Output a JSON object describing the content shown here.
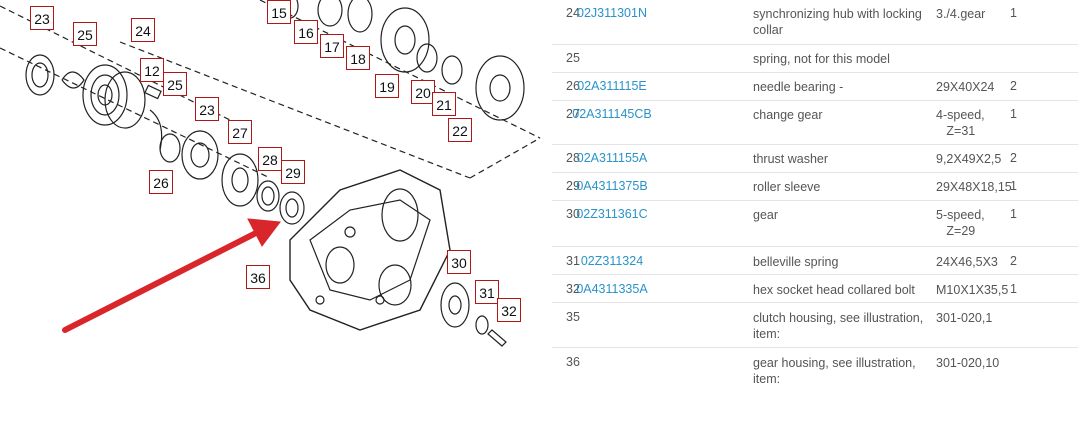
{
  "diagram": {
    "callouts": [
      {
        "n": "23"
      },
      {
        "n": "25"
      },
      {
        "n": "24"
      },
      {
        "n": "12"
      },
      {
        "n": "25"
      },
      {
        "n": "15"
      },
      {
        "n": "16"
      },
      {
        "n": "17"
      },
      {
        "n": "18"
      },
      {
        "n": "19"
      },
      {
        "n": "20"
      },
      {
        "n": "21"
      },
      {
        "n": "22"
      },
      {
        "n": "23"
      },
      {
        "n": "26"
      },
      {
        "n": "27"
      },
      {
        "n": "28"
      },
      {
        "n": "29"
      },
      {
        "n": "36"
      },
      {
        "n": "30"
      },
      {
        "n": "31"
      },
      {
        "n": "32"
      }
    ]
  },
  "parts": {
    "rows": [
      {
        "pos": "24",
        "number": "02J311301N",
        "desc": "synchronizing hub with locking collar",
        "remark": "3./4.gear",
        "qty": "1"
      },
      {
        "pos": "25",
        "number": "",
        "desc": "spring, not for this model",
        "remark": "",
        "qty": ""
      },
      {
        "pos": "26",
        "number": "02A311115E",
        "desc": "needle bearing -",
        "remark": "29X40X24",
        "qty": "2"
      },
      {
        "pos": "27",
        "number": "02A311145CB",
        "desc": "change gear",
        "remark": "4-speed,\n   Z=31",
        "qty": "1"
      },
      {
        "pos": "28",
        "number": "02A311155A",
        "desc": "thrust washer",
        "remark": "9,2X49X2,5",
        "qty": "2"
      },
      {
        "pos": "29",
        "number": "0A4311375B",
        "desc": "roller sleeve",
        "remark": "29X48X18,15",
        "qty": "1"
      },
      {
        "pos": "30",
        "number": "02Z311361C",
        "desc": "gear",
        "remark": "5-speed,\n   Z=29",
        "qty": "1"
      },
      {
        "pos": "31",
        "number": "02Z311324",
        "desc": "belleville spring",
        "remark": "24X46,5X3",
        "qty": "2"
      },
      {
        "pos": "32",
        "number": "0A4311335A",
        "desc": "hex socket head collared bolt",
        "remark": "M10X1X35,5",
        "qty": "1"
      },
      {
        "pos": "35",
        "number": "",
        "desc": "clutch housing, see illustration, item:",
        "remark": "301-020,1",
        "qty": ""
      },
      {
        "pos": "36",
        "number": "",
        "desc": "gear housing, see illustration, item:",
        "remark": "301-020,10",
        "qty": ""
      }
    ]
  }
}
